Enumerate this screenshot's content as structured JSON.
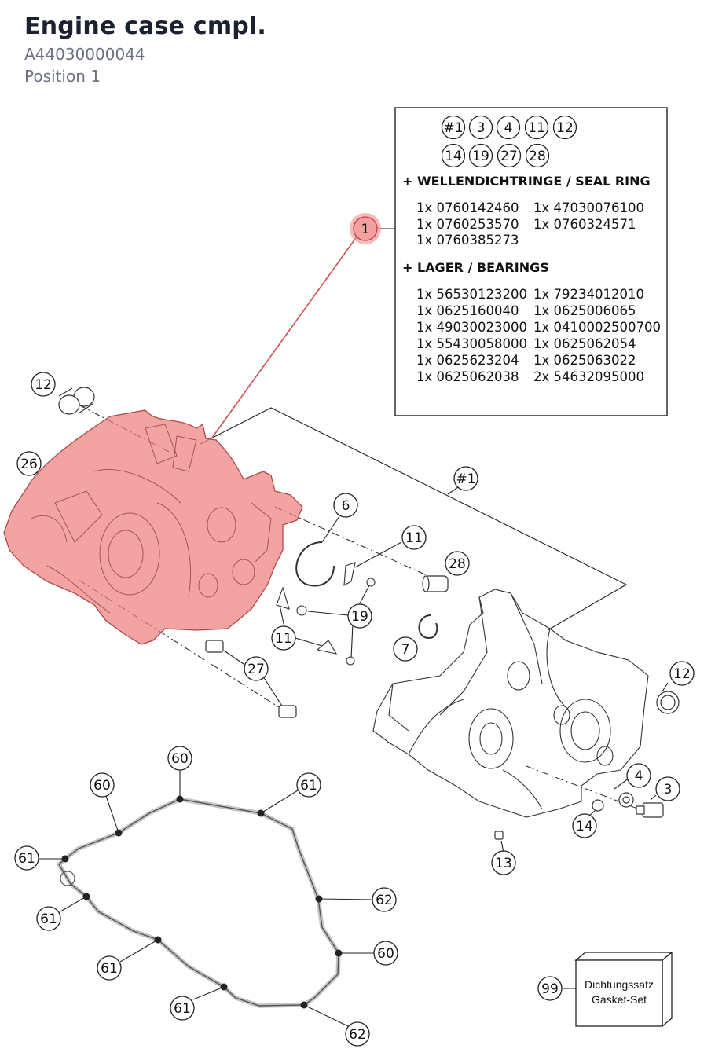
{
  "header": {
    "title": "Engine case cmpl.",
    "part_number": "A44030000044",
    "position": "Position 1"
  },
  "colors": {
    "highlight": "#f08080",
    "highlight_stroke": "#d05050",
    "line": "#222222"
  },
  "legend": {
    "callouts_row1": [
      "#1",
      "3",
      "4",
      "11",
      "12"
    ],
    "callouts_row2": [
      "14",
      "19",
      "27",
      "28"
    ],
    "seal_heading": "+ WELLENDICHTRINGE / SEAL RING",
    "seal_left": [
      "1x 0760142460",
      "1x 0760253570",
      "1x 0760385273"
    ],
    "seal_right": [
      "1x 47030076100",
      "1x 0760324571"
    ],
    "bearing_heading": "+ LAGER / BEARINGS",
    "bearing_left": [
      "1x 56530123200",
      "1x 0625160040",
      "1x 49030023000",
      "1x 55430058000",
      "1x 0625623204",
      "1x 0625062038"
    ],
    "bearing_right": [
      "1x 79234012010",
      "1x 0625006065",
      "1x 0410002500700",
      "1x 0625062054",
      "1x 0625063022",
      "2x 54632095000"
    ]
  },
  "gasket_box": {
    "line1": "Dichtungssatz",
    "line2": "Gasket-Set"
  },
  "callouts": {
    "c1": "1",
    "c12a": "12",
    "c26": "26",
    "c6": "6",
    "c11a": "11",
    "c28": "28",
    "cH1": "#1",
    "c19": "19",
    "c11b": "11",
    "c7": "7",
    "c27": "27",
    "c12b": "12",
    "c4": "4",
    "c3": "3",
    "c14": "14",
    "c13": "13",
    "c60a": "60",
    "c60b": "60",
    "c61a": "61",
    "c61b": "61",
    "c61c": "61",
    "c62a": "62",
    "c60c": "60",
    "c61d": "61",
    "c61e": "61",
    "c62b": "62",
    "c99": "99"
  }
}
